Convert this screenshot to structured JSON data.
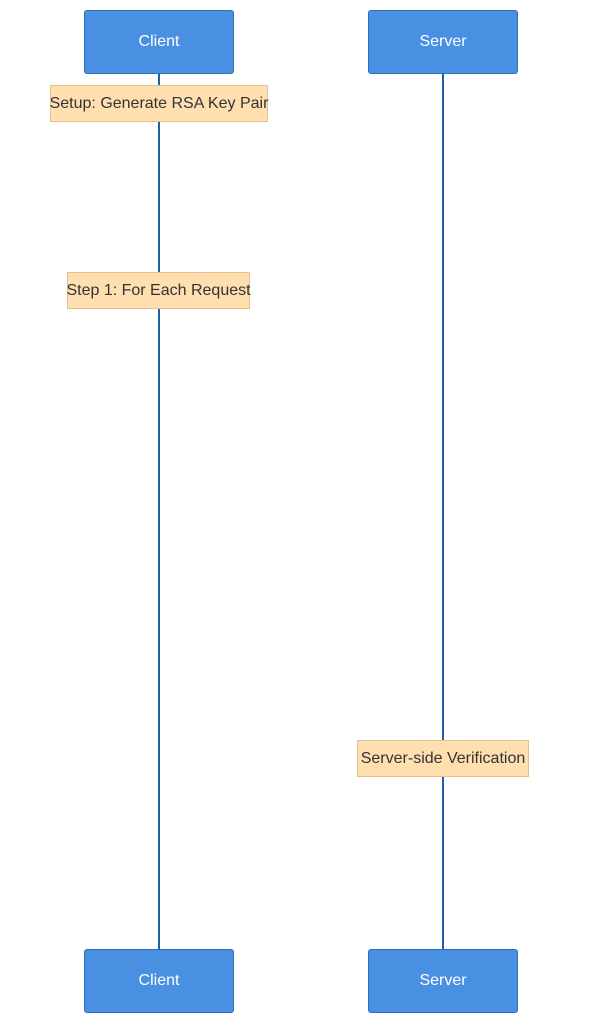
{
  "participants": {
    "client": {
      "label": "Client"
    },
    "server": {
      "label": "Server"
    }
  },
  "notes": {
    "setup": "Setup: Generate RSA Key Pair",
    "step1": "Step 1: For Each Request",
    "server_verification": "Server-side Verification"
  },
  "colors": {
    "actor_fill": "#4a90e2",
    "actor_text": "#ffffff",
    "note_fill": "#ffdfb0",
    "note_border": "#e6c089",
    "lifeline": "#1f5fa8"
  }
}
